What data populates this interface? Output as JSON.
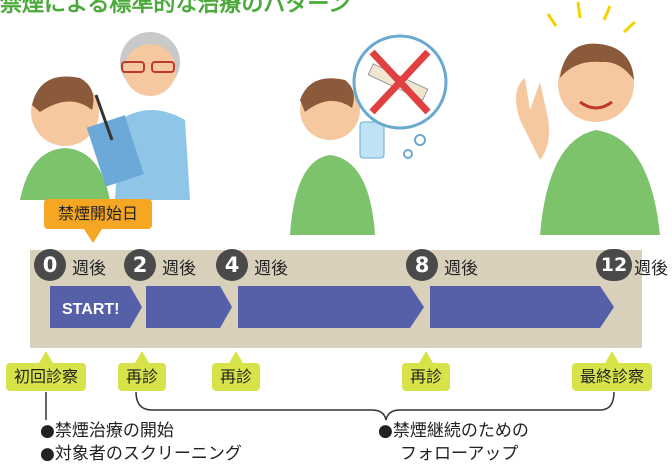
{
  "title": "禁煙による標準的な治療のパターン",
  "start_day_label": "禁煙開始日",
  "start_bar_text": "START!",
  "timeline": [
    {
      "num": "0",
      "unit": "週後"
    },
    {
      "num": "2",
      "unit": "週後"
    },
    {
      "num": "4",
      "unit": "週後"
    },
    {
      "num": "8",
      "unit": "週後"
    },
    {
      "num": "12",
      "unit": "週後"
    }
  ],
  "visits": [
    "初回診察",
    "再診",
    "再診",
    "再診",
    "最終診察"
  ],
  "notes": {
    "initial": [
      "●禁煙治療の開始",
      "●対象者のスクリーニング"
    ],
    "followup": [
      "●禁煙継続のための",
      "フォローアップ"
    ]
  },
  "colors": {
    "band": "#d9d0bb",
    "bar": "#5560a8",
    "week_circle": "#4a4a4a",
    "visit_tag": "#d8e34a",
    "start_tag": "#f5a623",
    "title": "#4caa3c"
  }
}
